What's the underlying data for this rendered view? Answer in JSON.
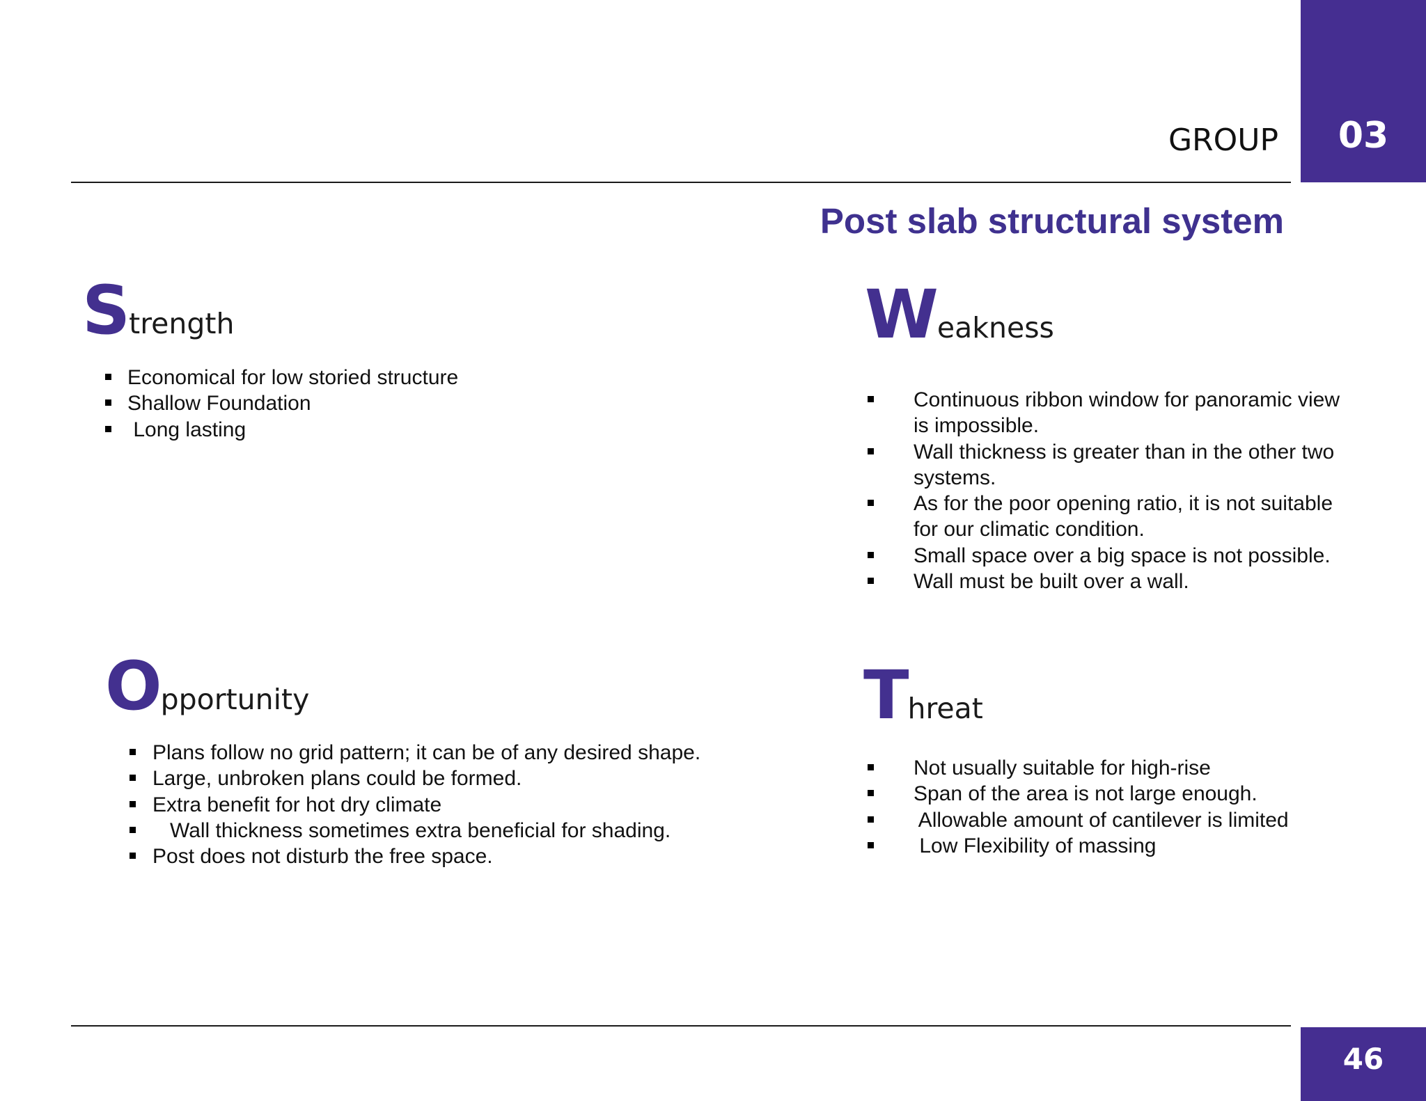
{
  "header": {
    "group_label": "GROUP",
    "group_number": "03"
  },
  "title": "Post slab structural system",
  "sections": {
    "strength": {
      "initial": "S",
      "rest": "trength",
      "items": [
        "Economical for low storied structure",
        "Shallow Foundation",
        " Long lasting"
      ]
    },
    "weakness": {
      "initial": "W",
      "rest": "eakness",
      "items": [
        "Continuous ribbon window for panoramic view",
        "is impossible.",
        "Wall thickness is greater than in the other two",
        "systems.",
        "As for the poor opening ratio, it is not suitable",
        "for our climatic condition.",
        "Small space over a big space is not possible.",
        "Wall must be built over a wall."
      ]
    },
    "opportunity": {
      "initial": "O",
      "rest": "pportunity",
      "items": [
        "Plans follow no grid pattern; it can be of any desired shape.",
        "Large, unbroken plans could be formed.",
        "Extra benefit for hot dry climate",
        "   Wall thickness sometimes extra beneficial for shading.",
        "Post does not disturb the free space."
      ]
    },
    "threat": {
      "initial": "T",
      "rest": "hreat",
      "items": [
        "Not usually suitable for high-rise",
        "Span of the area is not large enough.",
        " Allowable amount of cantilever is limited",
        " Low Flexibility of massing"
      ]
    }
  },
  "footer": {
    "page_number": "46"
  },
  "colors": {
    "accent": "#452e91",
    "title": "#3f318f",
    "badge_text": "#ffffff"
  }
}
